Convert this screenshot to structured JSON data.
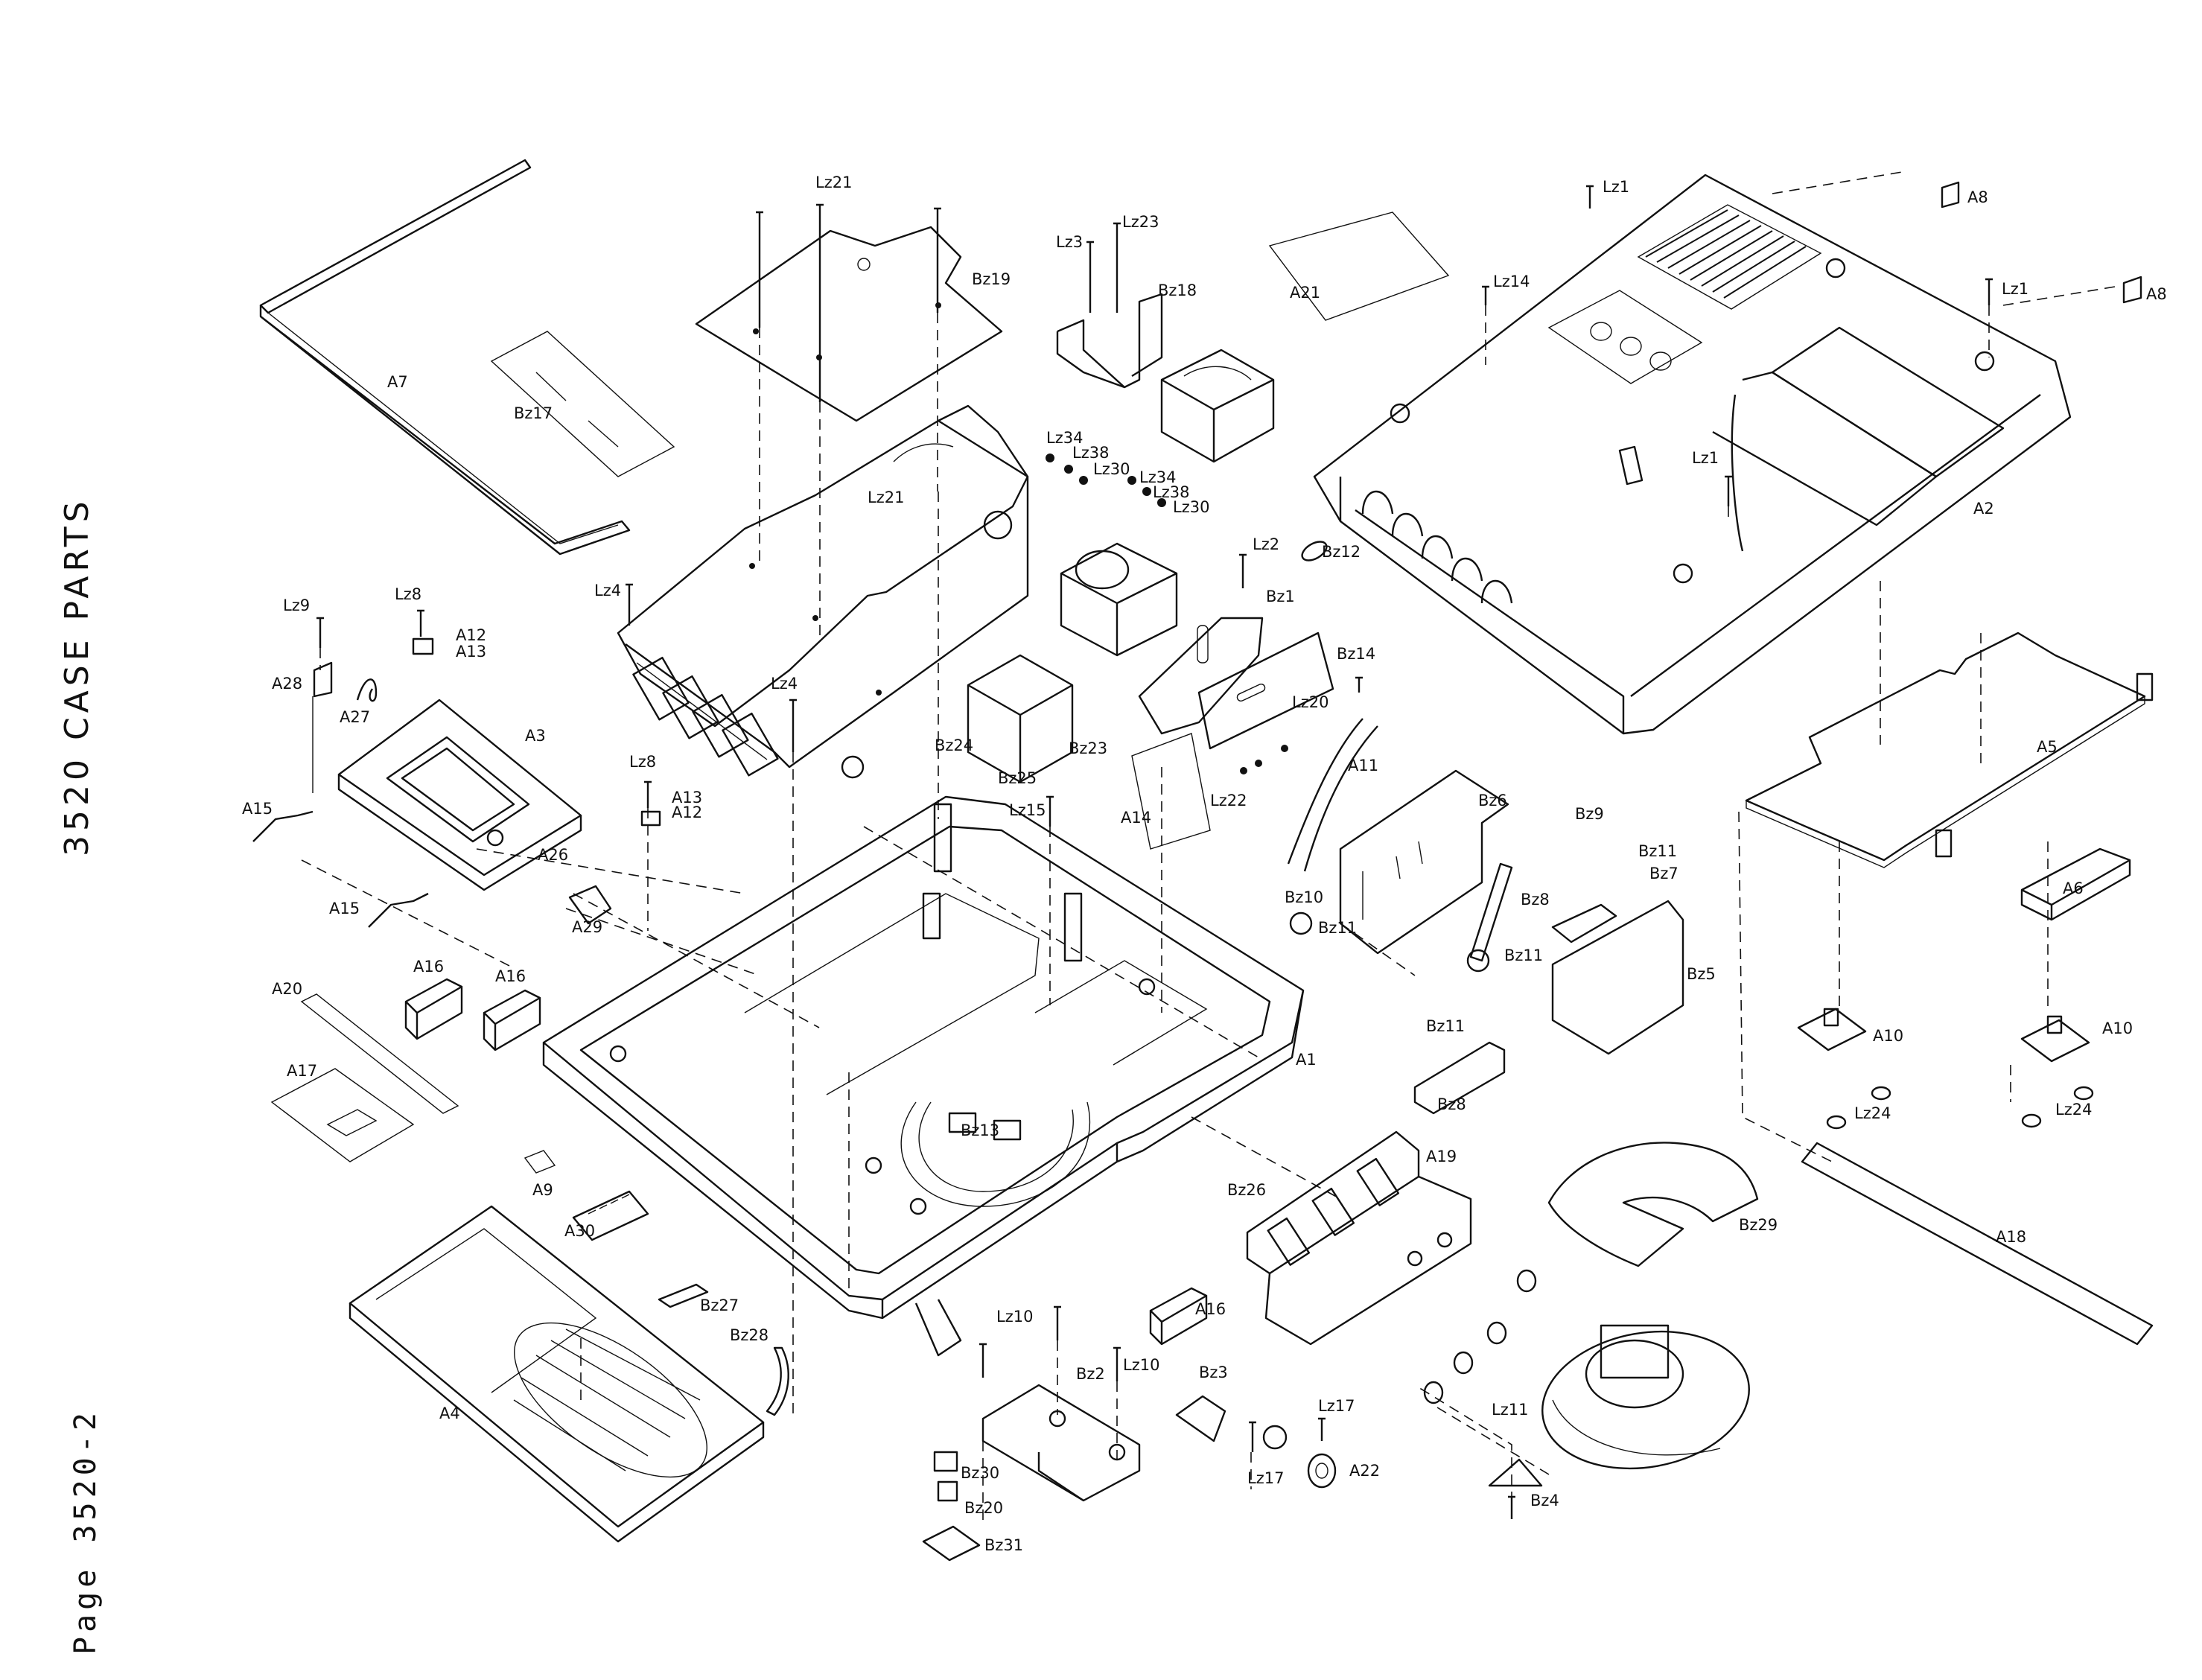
{
  "document": {
    "title": "3520 CASE PARTS",
    "page": "Page 3520-2"
  },
  "labels": {
    "A1": "A1",
    "A2": "A2",
    "A3": "A3",
    "A4": "A4",
    "A5": "A5",
    "A6": "A6",
    "A7": "A7",
    "A8a": "A8",
    "A8b": "A8",
    "A9": "A9",
    "A10a": "A10",
    "A10b": "A10",
    "A11": "A11",
    "A12a": "A12",
    "A12b": "A12",
    "A13a": "A13",
    "A13b": "A13",
    "A14": "A14",
    "A15a": "A15",
    "A15b": "A15",
    "A16a": "A16",
    "A16b": "A16",
    "A16c": "A16",
    "A17": "A17",
    "A18": "A18",
    "A19": "A19",
    "A20": "A20",
    "A21": "A21",
    "A22": "A22",
    "A26": "A26",
    "A27": "A27",
    "A28": "A28",
    "A29": "A29",
    "A30": "A30",
    "B1": "Bz1",
    "B2": "Bz2",
    "B3": "Bz3",
    "B4": "Bz4",
    "B5": "Bz5",
    "B6": "Bz6",
    "B7": "Bz7",
    "B8a": "Bz8",
    "B8b": "Bz8",
    "B9": "Bz9",
    "B10": "Bz10",
    "B11a": "Bz11",
    "B11b": "Bz11",
    "B11c": "Bz11",
    "B11d": "Bz11",
    "B12": "Bz12",
    "B13": "Bz13",
    "B14": "Bz14",
    "B17": "Bz17",
    "B18": "Bz18",
    "B19": "Bz19",
    "B20": "Bz20",
    "B23": "Bz23",
    "B24": "Bz24",
    "B25": "Bz25",
    "B26": "Bz26",
    "B27": "Bz27",
    "B28": "Bz28",
    "B29": "Bz29",
    "B30": "Bz30",
    "B31": "Bz31",
    "L1a": "Lz1",
    "L1b": "Lz1",
    "L1c": "Lz1",
    "L2": "Lz2",
    "L3": "Lz3",
    "L4a": "Lz4",
    "L4b": "Lz4",
    "L8a": "Lz8",
    "L8b": "Lz8",
    "L9": "Lz9",
    "L10a": "Lz10",
    "L10b": "Lz10",
    "L11": "Lz11",
    "L14": "Lz14",
    "L15": "Lz15",
    "L17a": "Lz17",
    "L17b": "Lz17",
    "L20": "Lz20",
    "L21a": "Lz21",
    "L21b": "Lz21",
    "L22": "Lz22",
    "L23": "Lz23",
    "L24a": "Lz24",
    "L24b": "Lz24",
    "L30a": "Lz30",
    "L30b": "Lz30",
    "L34a": "Lz34",
    "L34b": "Lz34",
    "L38a": "Lz38",
    "L38b": "Lz38"
  }
}
